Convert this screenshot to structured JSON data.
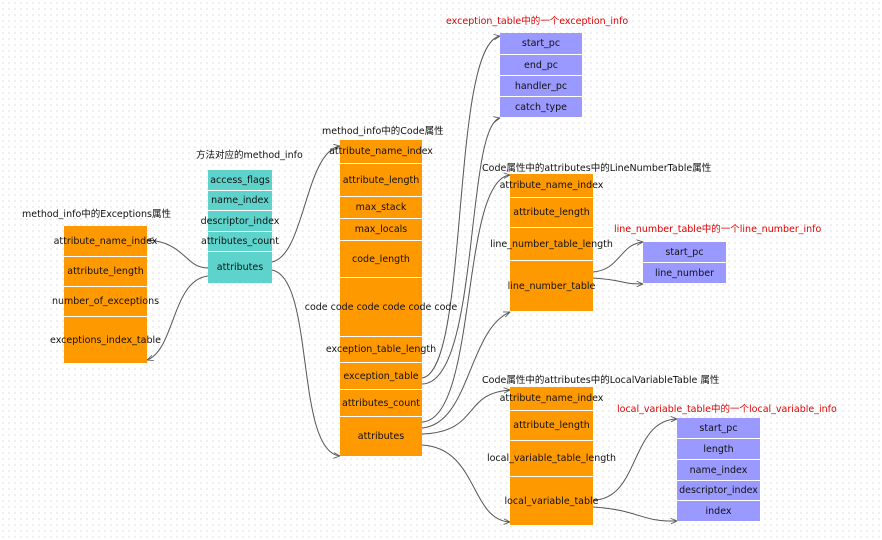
{
  "titles": {
    "method_info": "方法对应的method_info",
    "exceptions_attr": "method_info中的Exceptions属性",
    "code_attr": "method_info中的Code属性",
    "exception_info": "exception_table中的一个exception_info",
    "line_number_table_attr": "Code属性中的attributes中的LineNumberTable属性",
    "line_number_info": "line_number_table中的一个line_number_info",
    "local_variable_table_attr": "Code属性中的attributes中的LocalVariableTable 属性",
    "local_variable_info": "local_variable_table中的一个local_variable_info"
  },
  "method_info": [
    "access_flags",
    "name_index",
    "descriptor_index",
    "attributes_count",
    "attributes"
  ],
  "exceptions_attribute": [
    "attribute_name_index",
    "attribute_length",
    "number_of_exceptions",
    "exceptions_index_table"
  ],
  "code_attribute": [
    "attribute_name_index",
    "attribute_length",
    "max_stack",
    "max_locals",
    "code_length",
    "code code\ncode code\ncode code",
    "exception_table_length",
    "exception_table",
    "attributes_count",
    "attributes"
  ],
  "exception_info": [
    "start_pc",
    "end_pc",
    "handler_pc",
    "catch_type"
  ],
  "line_number_table_attribute": [
    "attribute_name_index",
    "attribute_length",
    "line_number_table_length",
    "line_number_table"
  ],
  "line_number_info": [
    "start_pc",
    "line_number"
  ],
  "local_variable_table_attribute": [
    "attribute_name_index",
    "attribute_length",
    "local_variable_table_length",
    "local_variable_table"
  ],
  "local_variable_info": [
    "start_pc",
    "length",
    "name_index",
    "descriptor_index",
    "index"
  ],
  "colors": {
    "orange": "#ff9900",
    "cyan": "#5ed3cc",
    "violet": "#9999ff",
    "red_title": "#e00000"
  }
}
